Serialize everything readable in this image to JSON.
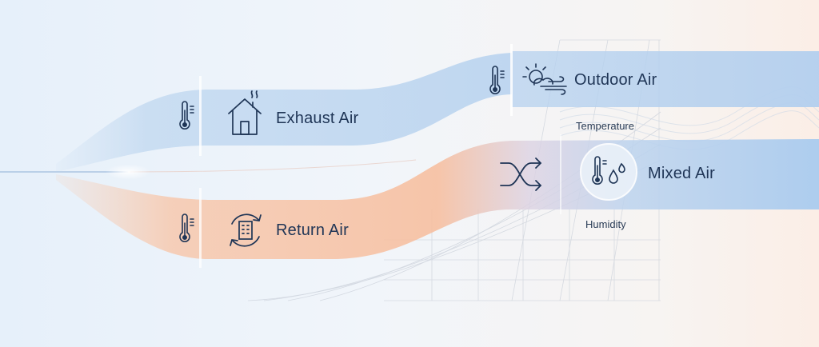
{
  "streams": {
    "exhaust": {
      "label": "Exhaust Air"
    },
    "outdoor": {
      "label": "Outdoor Air"
    },
    "return": {
      "label": "Return Air"
    },
    "mixed": {
      "label": "Mixed Air"
    }
  },
  "sublabels": {
    "temperature": "Temperature",
    "humidity": "Humidity"
  },
  "colors": {
    "blue_band": "#b9d4f0",
    "orange_band": "#f8c3a4",
    "icon_stroke": "#1f3556"
  }
}
